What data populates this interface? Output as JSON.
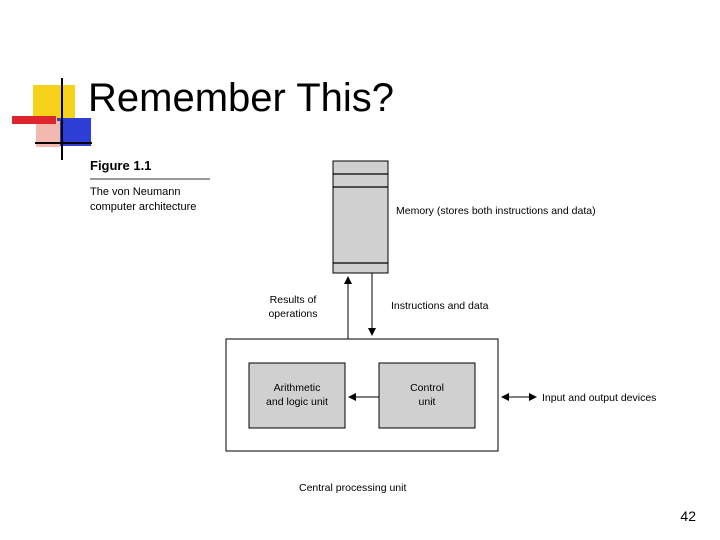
{
  "slide": {
    "title": "Remember This?",
    "page_number": "42"
  },
  "figure": {
    "label": "Figure 1.1",
    "caption_line1": "The von Neumann",
    "caption_line2": "computer architecture"
  },
  "diagram": {
    "memory_label": "Memory (stores both instructions and data)",
    "results_label_line1": "Results of",
    "results_label_line2": "operations",
    "instructions_label": "Instructions and data",
    "alu_label_line1": "Arithmetic",
    "alu_label_line2": "and logic unit",
    "control_label_line1": "Control",
    "control_label_line2": "unit",
    "io_label": "Input and output devices",
    "cpu_label": "Central processing unit"
  },
  "colors": {
    "box_fill": "#d0d0d0",
    "logo_yellow": "#f7d21a",
    "logo_red": "#e0242e",
    "logo_blue": "#2e3fd8"
  }
}
